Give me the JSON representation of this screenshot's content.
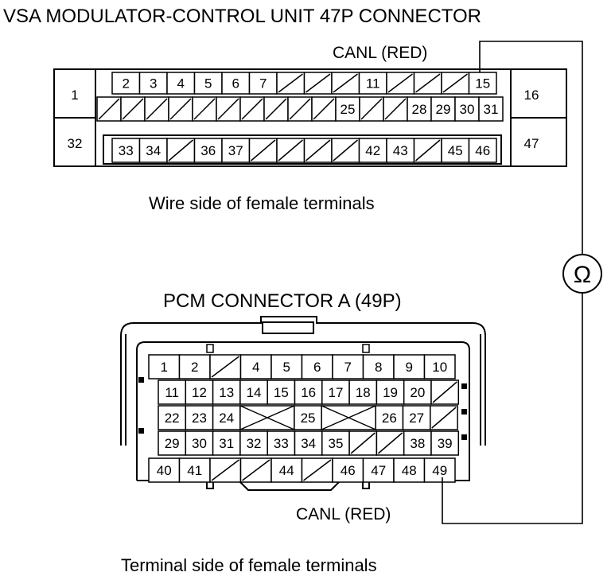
{
  "vsa": {
    "title": "VSA MODULATOR-CONTROL UNIT 47P CONNECTOR",
    "probe_label": "CANL (RED)",
    "caption": "Wire side of female terminals",
    "end_labels": {
      "top_left": "1",
      "bottom_left": "32",
      "top_right": "16",
      "bottom_right": "47"
    },
    "rows": [
      [
        "2",
        "3",
        "4",
        "5",
        "6",
        "7",
        "",
        "",
        "",
        "11",
        "",
        "",
        "",
        "15"
      ],
      [
        "",
        "",
        "",
        "",
        "",
        "",
        "",
        "",
        "",
        "",
        "25",
        "",
        "",
        "28",
        "29",
        "30",
        "31"
      ],
      [
        "33",
        "34",
        "",
        "36",
        "37",
        "",
        "",
        "",
        "",
        "42",
        "43",
        "",
        "45",
        "46"
      ]
    ]
  },
  "pcm": {
    "title": "PCM CONNECTOR A (49P)",
    "probe_label": "CANL (RED)",
    "caption": "Terminal side of female terminals",
    "rows": [
      [
        "1",
        "2",
        "",
        "4",
        "5",
        "6",
        "7",
        "8",
        "9",
        "10"
      ],
      [
        "11",
        "12",
        "13",
        "14",
        "15",
        "16",
        "17",
        "18",
        "19",
        "20",
        ""
      ],
      [
        "22",
        "23",
        "24",
        "X",
        "25",
        "X",
        "26",
        "27",
        ""
      ],
      [
        "29",
        "30",
        "31",
        "32",
        "33",
        "34",
        "35",
        "",
        "",
        "38",
        "39"
      ],
      [
        "40",
        "41",
        "",
        "",
        "44",
        "",
        "46",
        "47",
        "48",
        "49"
      ]
    ]
  },
  "meter": {
    "symbol": "Ω",
    "name": "ohmmeter"
  }
}
